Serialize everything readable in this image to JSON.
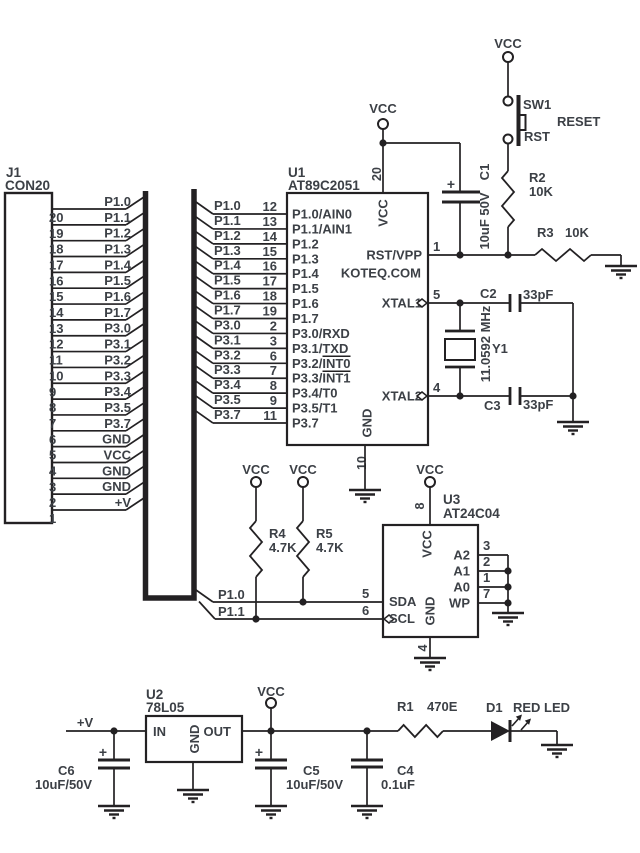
{
  "nets": {
    "vcc": "VCC",
    "plus_v": "+V"
  },
  "j1": {
    "ref": "J1",
    "type": "CON20",
    "pins": [
      {
        "num": "20",
        "name": "P1.0"
      },
      {
        "num": "19",
        "name": "P1.1"
      },
      {
        "num": "18",
        "name": "P1.2"
      },
      {
        "num": "17",
        "name": "P1.3"
      },
      {
        "num": "16",
        "name": "P1.4"
      },
      {
        "num": "15",
        "name": "P1.5"
      },
      {
        "num": "14",
        "name": "P1.6"
      },
      {
        "num": "13",
        "name": "P1.7"
      },
      {
        "num": "12",
        "name": "P3.0"
      },
      {
        "num": "11",
        "name": "P3.1"
      },
      {
        "num": "10",
        "name": "P3.2"
      },
      {
        "num": "9",
        "name": "P3.3"
      },
      {
        "num": "8",
        "name": "P3.4"
      },
      {
        "num": "7",
        "name": "P3.5"
      },
      {
        "num": "6",
        "name": "P3.7"
      },
      {
        "num": "5",
        "name": "GND"
      },
      {
        "num": "4",
        "name": "VCC"
      },
      {
        "num": "3",
        "name": "GND"
      },
      {
        "num": "2",
        "name": "GND"
      },
      {
        "num": "1",
        "name": "+V"
      }
    ]
  },
  "u1": {
    "ref": "U1",
    "part": "AT89C2051",
    "brand": "KOTEQ.COM",
    "vcc_pin": {
      "num": "20",
      "label": "VCC"
    },
    "gnd_pin": {
      "num": "10",
      "label": "GND"
    },
    "left_pins": [
      {
        "num": "12",
        "net": "P1.0",
        "label": "P1.0/AIN0"
      },
      {
        "num": "13",
        "net": "P1.1",
        "label": "P1.1/AIN1"
      },
      {
        "num": "14",
        "net": "P1.2",
        "label": "P1.2"
      },
      {
        "num": "15",
        "net": "P1.3",
        "label": "P1.3"
      },
      {
        "num": "16",
        "net": "P1.4",
        "label": "P1.4"
      },
      {
        "num": "17",
        "net": "P1.5",
        "label": "P1.5"
      },
      {
        "num": "18",
        "net": "P1.6",
        "label": "P1.6"
      },
      {
        "num": "19",
        "net": "P1.7",
        "label": "P1.7"
      },
      {
        "num": "2",
        "net": "P3.0",
        "label": "P3.0/RXD"
      },
      {
        "num": "3",
        "net": "P3.1",
        "label": "P3.1/TXD"
      },
      {
        "num": "6",
        "net": "P3.2",
        "label": "P3.2/INT0",
        "overline": "INT0"
      },
      {
        "num": "7",
        "net": "P3.3",
        "label": "P3.3/INT1",
        "overline": "INT1"
      },
      {
        "num": "8",
        "net": "P3.4",
        "label": "P3.4/T0"
      },
      {
        "num": "9",
        "net": "P3.5",
        "label": "P3.5/T1"
      },
      {
        "num": "11",
        "net": "P3.7",
        "label": "P3.7"
      }
    ],
    "right_pins": [
      {
        "num": "1",
        "label": "RST/VPP"
      },
      {
        "num": "5",
        "label": "XTAL1"
      },
      {
        "num": "4",
        "label": "XTAL2"
      }
    ]
  },
  "reset_circuit": {
    "sw_ref": "SW1",
    "sw_net": "RST",
    "sw_label": "RESET",
    "r2": {
      "ref": "R2",
      "value": "10K"
    },
    "r3": {
      "ref": "R3",
      "value": "10K"
    },
    "c1": {
      "ref": "C1",
      "value": "10uF 50V",
      "plus": "+"
    }
  },
  "xtal_circuit": {
    "y1": {
      "ref": "Y1",
      "value": "11.0592 MHz"
    },
    "c2": {
      "ref": "C2",
      "value": "33pF"
    },
    "c3": {
      "ref": "C3",
      "value": "33pF"
    }
  },
  "i2c": {
    "sda_net": "P1.0",
    "scl_net": "P1.1",
    "r4": {
      "ref": "R4",
      "value": "4.7K"
    },
    "r5": {
      "ref": "R5",
      "value": "4.7K"
    }
  },
  "u3": {
    "ref": "U3",
    "part": "AT24C04",
    "vcc_pin": {
      "num": "8",
      "label": "VCC"
    },
    "gnd_pin": {
      "num": "4",
      "label": "GND"
    },
    "left_pins": [
      {
        "num": "5",
        "label": "SDA"
      },
      {
        "num": "6",
        "label": "SCL"
      }
    ],
    "right_pins": [
      {
        "num": "3",
        "label": "A2"
      },
      {
        "num": "2",
        "label": "A1"
      },
      {
        "num": "1",
        "label": "A0"
      },
      {
        "num": "7",
        "label": "WP"
      }
    ]
  },
  "psu": {
    "u2": {
      "ref": "U2",
      "part": "78L05",
      "in_label": "IN",
      "gnd_label": "GND",
      "out_label": "OUT"
    },
    "c6": {
      "ref": "C6",
      "value": "10uF/50V",
      "plus": "+"
    },
    "c5": {
      "ref": "C5",
      "value": "10uF/50V",
      "plus": "+"
    },
    "c4": {
      "ref": "C4",
      "value": "0.1uF"
    },
    "r1": {
      "ref": "R1",
      "value": "470E"
    },
    "d1": {
      "ref": "D1",
      "value": "RED LED"
    }
  }
}
